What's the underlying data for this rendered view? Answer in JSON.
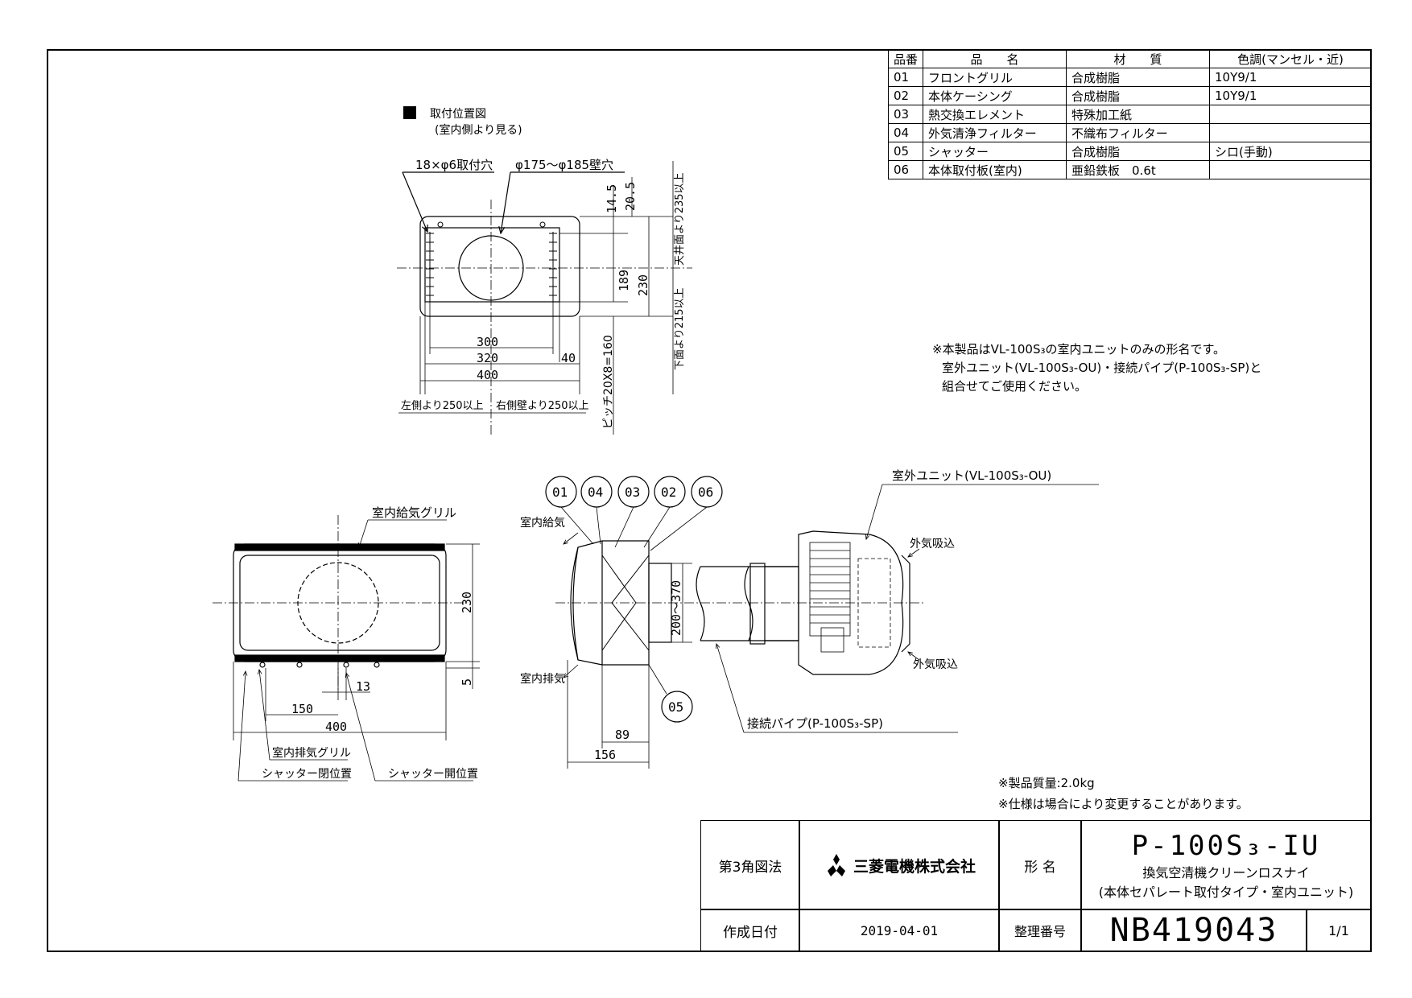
{
  "parts_table": {
    "headers": [
      "品番",
      "品　　名",
      "材　　質",
      "色調(マンセル・近)"
    ],
    "rows": [
      [
        "01",
        "フロントグリル",
        "合成樹脂",
        "10Y9/1"
      ],
      [
        "02",
        "本体ケーシング",
        "合成樹脂",
        "10Y9/1"
      ],
      [
        "03",
        "熱交換エレメント",
        "特殊加工紙",
        ""
      ],
      [
        "04",
        "外気清浄フィルター",
        "不織布フィルター",
        ""
      ],
      [
        "05",
        "シャッター",
        "合成樹脂",
        "シロ(手動)"
      ],
      [
        "06",
        "本体取付板(室内)",
        "亜鉛鉄板　0.6t",
        ""
      ]
    ]
  },
  "mount_view": {
    "title": "取付位置図",
    "subtitle": "(室内側より見る)",
    "hole_label": "18×φ6取付穴",
    "wall_hole_label": "φ175～φ185壁穴",
    "dim_300": "300",
    "dim_320": "320",
    "dim_40": "40",
    "dim_400": "400",
    "dim_14_5": "14.5",
    "dim_20_5": "20.5",
    "dim_189": "189",
    "dim_230": "230",
    "pitch": "ピッチ20X8=160",
    "ceiling": "天井面より235以上",
    "floor": "下面より215以上",
    "left_clear": "左側より250以上",
    "right_clear": "右側壁より250以上"
  },
  "note": {
    "line1": "※本製品はVL-100S₃の室内ユニットのみの形名です。",
    "line2": "室外ユニット(VL-100S₃-OU)・接続パイプ(P-100S₃-SP)と",
    "line3": "組合せてご使用ください。"
  },
  "front_view": {
    "supply_grille": "室内給気グリル",
    "exhaust_grille": "室内排気グリル",
    "shutter_closed": "シャッター閉位置",
    "shutter_open": "シャッター開位置",
    "dim_230": "230",
    "dim_5": "5",
    "dim_13": "13",
    "dim_150": "150",
    "dim_400": "400"
  },
  "side_view": {
    "balloons": [
      "01",
      "04",
      "03",
      "02",
      "06"
    ],
    "balloon_05": "05",
    "indoor_supply": "室内給気",
    "indoor_exhaust": "室内排気",
    "dim_200_370": "200～370",
    "dim_89": "89",
    "dim_156": "156",
    "outdoor_unit": "室外ユニット(VL-100S₃-OU)",
    "outdoor_intake_1": "外気吸込",
    "outdoor_intake_2": "外気吸込",
    "pipe": "接続パイプ(P-100S₃-SP)"
  },
  "specs": {
    "weight": "※製品質量:2.0kg",
    "change": "※仕様は場合により変更することがあります。"
  },
  "title_block": {
    "projection": "第3角図法",
    "company": "三菱電機株式会社",
    "model_label": "形 名",
    "model": "P-100S₃-IU",
    "product_line1": "換気空清機クリーンロスナイ",
    "product_line2": "(本体セパレート取付タイプ・室内ユニット)",
    "date_label": "作成日付",
    "date": "2019-04-01",
    "number_label": "整理番号",
    "number": "NB419043",
    "page": "1/1"
  },
  "colors": {
    "line": "#000000",
    "background": "#ffffff"
  }
}
